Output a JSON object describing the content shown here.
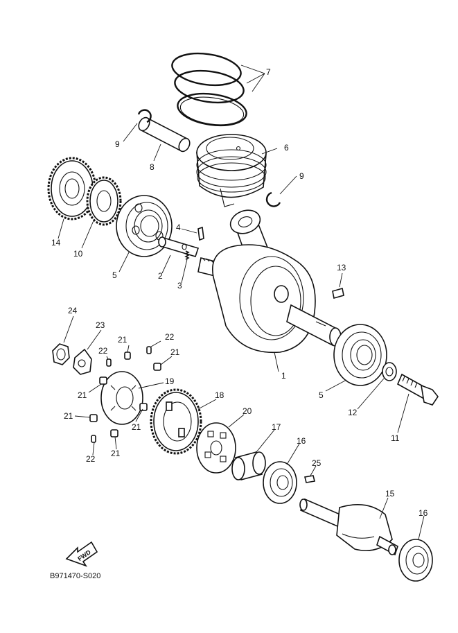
{
  "diagram_code": "B971470-S020",
  "fwd_label": "FWD",
  "callouts": [
    {
      "id": "c7",
      "text": "7"
    },
    {
      "id": "c9a",
      "text": "9"
    },
    {
      "id": "c6",
      "text": "6"
    },
    {
      "id": "c8",
      "text": "8"
    },
    {
      "id": "c9b",
      "text": "9"
    },
    {
      "id": "c14",
      "text": "14"
    },
    {
      "id": "c10",
      "text": "10"
    },
    {
      "id": "c4",
      "text": "4"
    },
    {
      "id": "c5a",
      "text": "5"
    },
    {
      "id": "c2",
      "text": "2"
    },
    {
      "id": "c3",
      "text": "3"
    },
    {
      "id": "c13",
      "text": "13"
    },
    {
      "id": "c1",
      "text": "1"
    },
    {
      "id": "c24",
      "text": "24"
    },
    {
      "id": "c23",
      "text": "23"
    },
    {
      "id": "c21a",
      "text": "21"
    },
    {
      "id": "c22a",
      "text": "22"
    },
    {
      "id": "c22b",
      "text": "22"
    },
    {
      "id": "c21b",
      "text": "21"
    },
    {
      "id": "c21c",
      "text": "21"
    },
    {
      "id": "c19",
      "text": "19"
    },
    {
      "id": "c5b",
      "text": "5"
    },
    {
      "id": "c12",
      "text": "12"
    },
    {
      "id": "c11",
      "text": "11"
    },
    {
      "id": "c18",
      "text": "18"
    },
    {
      "id": "c21d",
      "text": "21"
    },
    {
      "id": "c21e",
      "text": "21"
    },
    {
      "id": "c22c",
      "text": "22"
    },
    {
      "id": "c21f",
      "text": "21"
    },
    {
      "id": "c20",
      "text": "20"
    },
    {
      "id": "c17",
      "text": "17"
    },
    {
      "id": "c16a",
      "text": "16"
    },
    {
      "id": "c25",
      "text": "25"
    },
    {
      "id": "c15",
      "text": "15"
    },
    {
      "id": "c16b",
      "text": "16"
    }
  ]
}
